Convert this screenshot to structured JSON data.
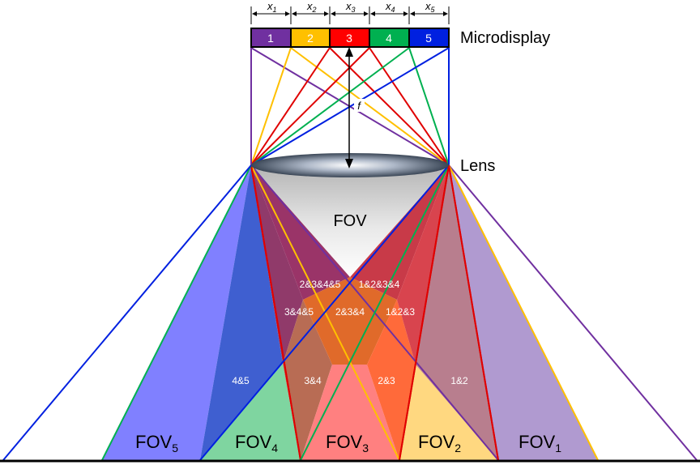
{
  "microdisplay": {
    "label": "Microdisplay",
    "segments": [
      {
        "label": "1",
        "color": "#7030A0"
      },
      {
        "label": "2",
        "color": "#FFC000"
      },
      {
        "label": "3",
        "color": "#FF0000"
      },
      {
        "label": "4",
        "color": "#00B050"
      },
      {
        "label": "5",
        "color": "#0020E0"
      }
    ],
    "widths": [
      {
        "main": "x",
        "sub": "1"
      },
      {
        "main": "x",
        "sub": "2"
      },
      {
        "main": "x",
        "sub": "3"
      },
      {
        "main": "x",
        "sub": "4"
      },
      {
        "main": "x",
        "sub": "5"
      }
    ]
  },
  "focal_length": "f",
  "lens": {
    "label": "Lens"
  },
  "fov_center": "FOV",
  "overlaps": {
    "o2345": "2&3&4&5",
    "o1234": "1&2&3&4",
    "o345": "3&4&5",
    "o234": "2&3&4",
    "o123": "1&2&3",
    "o45": "4&5",
    "o34": "3&4",
    "o23": "2&3",
    "o12": "1&2"
  },
  "fov_labels": [
    {
      "main": "FOV",
      "sub": "5"
    },
    {
      "main": "FOV",
      "sub": "4"
    },
    {
      "main": "FOV",
      "sub": "3"
    },
    {
      "main": "FOV",
      "sub": "2"
    },
    {
      "main": "FOV",
      "sub": "1"
    }
  ],
  "colors": {
    "fov1_fill": "#B09AD0",
    "fov2_fill": "#FFD880",
    "fov3_fill": "#FF8080",
    "fov4_fill": "#7FD5A0",
    "fov5_fill": "#8080FF",
    "overlap_12": "#B87E8E",
    "overlap_23": "#FF6A3A",
    "overlap_34": "#B86C54",
    "overlap_45": "#3F5FD0",
    "overlap_123": "#D8444E",
    "overlap_234": "#E06A2A",
    "overlap_345": "#903A6A",
    "overlap_1234": "#C83A48",
    "overlap_2345": "#9A3468",
    "fov_center": "#D0D0D0"
  }
}
